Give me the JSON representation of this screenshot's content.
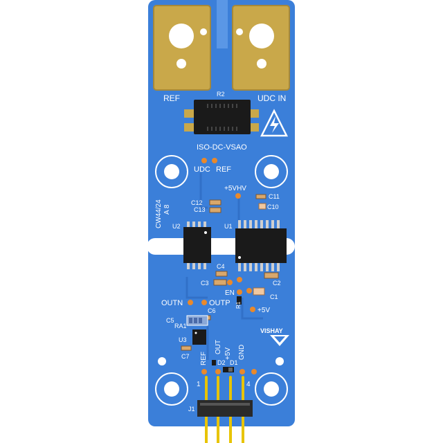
{
  "colors": {
    "background": "#ffffff",
    "pcb": "#3b7fd9",
    "pcb_dark": "#2e6cc4",
    "gold": "#c9a84a",
    "silkscreen": "#ffffff",
    "chip": "#1a1a1a",
    "pin_gold": "#e8c400",
    "pad_orange": "#e9892b"
  },
  "labels": {
    "ref_terminal": "REF",
    "udc_terminal": "UDC IN",
    "r2": "R2",
    "board_name": "ISO-DC-VSAO",
    "udc_tp": "UDC",
    "ref_tp": "REF",
    "hv5": "+5VHV",
    "c12": "C12",
    "c13": "C13",
    "c11": "C11",
    "c10": "C10",
    "version_line1": "CW44/24",
    "version_line2": "A 8",
    "u2": "U2",
    "u1": "U1",
    "c4": "C4",
    "c3": "C3",
    "c2": "C2",
    "en": "EN",
    "r1": "R1",
    "c1": "C1",
    "outn": "OUTN",
    "outp": "OUTP",
    "v5": "+5V",
    "c6": "C6",
    "c5": "C5",
    "ra1": "RA1",
    "u3": "U3",
    "c7": "C7",
    "vishay": "VISHAY",
    "pin_ref": "REF",
    "pin_out": "OUT",
    "pin_5v": "+5V",
    "pin_gnd": "GND",
    "d2": "D2",
    "d1": "D1",
    "pin1": "1",
    "pin4": "4",
    "j1": "J1"
  },
  "icons": {
    "high_voltage": "high-voltage-warning-icon",
    "vishay_logo": "vishay-logo"
  }
}
